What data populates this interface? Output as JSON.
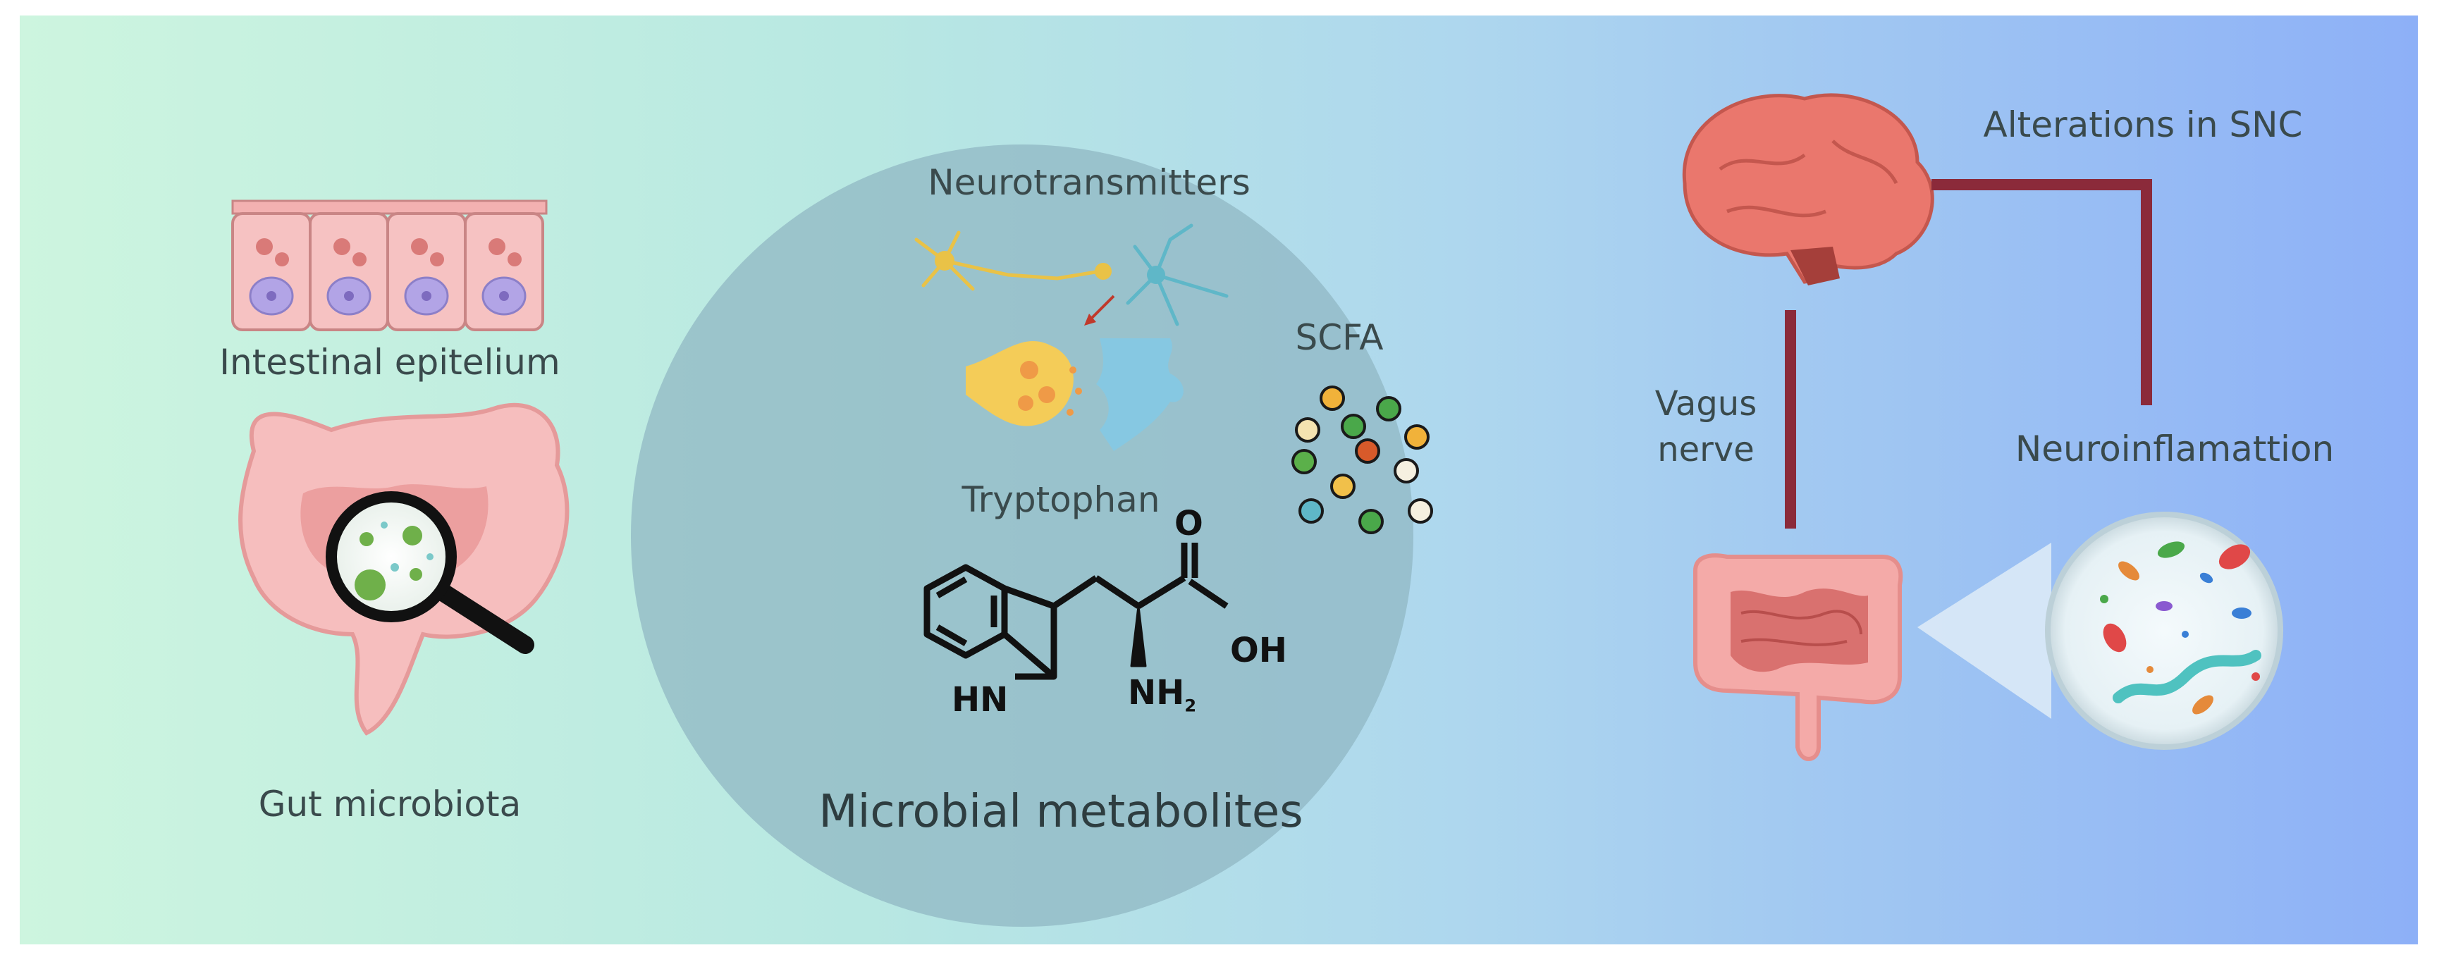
{
  "panels": {
    "gut": {
      "epithelium_label": "Intestinal epitelium",
      "microbiota_label": "Gut microbiota"
    },
    "metabolites": {
      "neurotransmitters_label": "Neurotransmitters",
      "scfa_label": "SCFA",
      "tryptophan_label": "Tryptophan",
      "title": "Microbial metabolites",
      "molecule": {
        "oxygen": "O",
        "hydroxyl": "OH",
        "amine_ring": "HN",
        "amine": "NH",
        "amine_subscript": "2"
      }
    },
    "brain_axis": {
      "cns_label": "Alterations in SNC",
      "vagus_line1": "Vagus",
      "vagus_line2": "nerve",
      "neuroinflammation_label": "Neuroinflamattion"
    }
  },
  "colors": {
    "background_left": "#c9f3df",
    "background_mid": "#b6e2ea",
    "background_right": "#93b7f6",
    "circle_fill": "#8fb6c2",
    "connector": "#8b2a3a",
    "organ_pink": "#f2a7a6",
    "brain": "#e8736a"
  }
}
